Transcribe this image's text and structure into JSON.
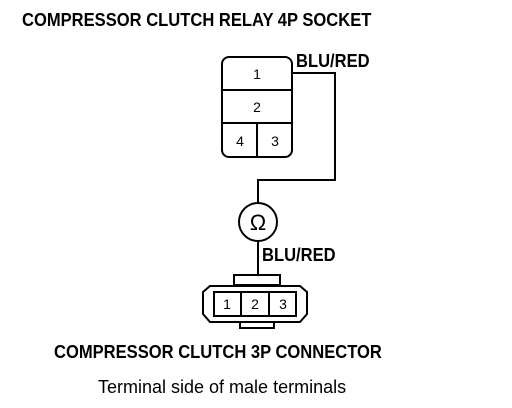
{
  "relay_socket": {
    "title": "COMPRESSOR CLUTCH RELAY 4P SOCKET",
    "terminals": [
      "1",
      "2",
      "4",
      "3"
    ]
  },
  "wire_top_label": "BLU/RED",
  "ohmmeter": {
    "symbol": "Ω",
    "icon": "ohmmeter-icon"
  },
  "wire_bottom_label": "BLU/RED",
  "connector": {
    "title": "COMPRESSOR CLUTCH 3P CONNECTOR",
    "subtitle": "Terminal side of male terminals",
    "terminals": [
      "1",
      "2",
      "3"
    ]
  }
}
